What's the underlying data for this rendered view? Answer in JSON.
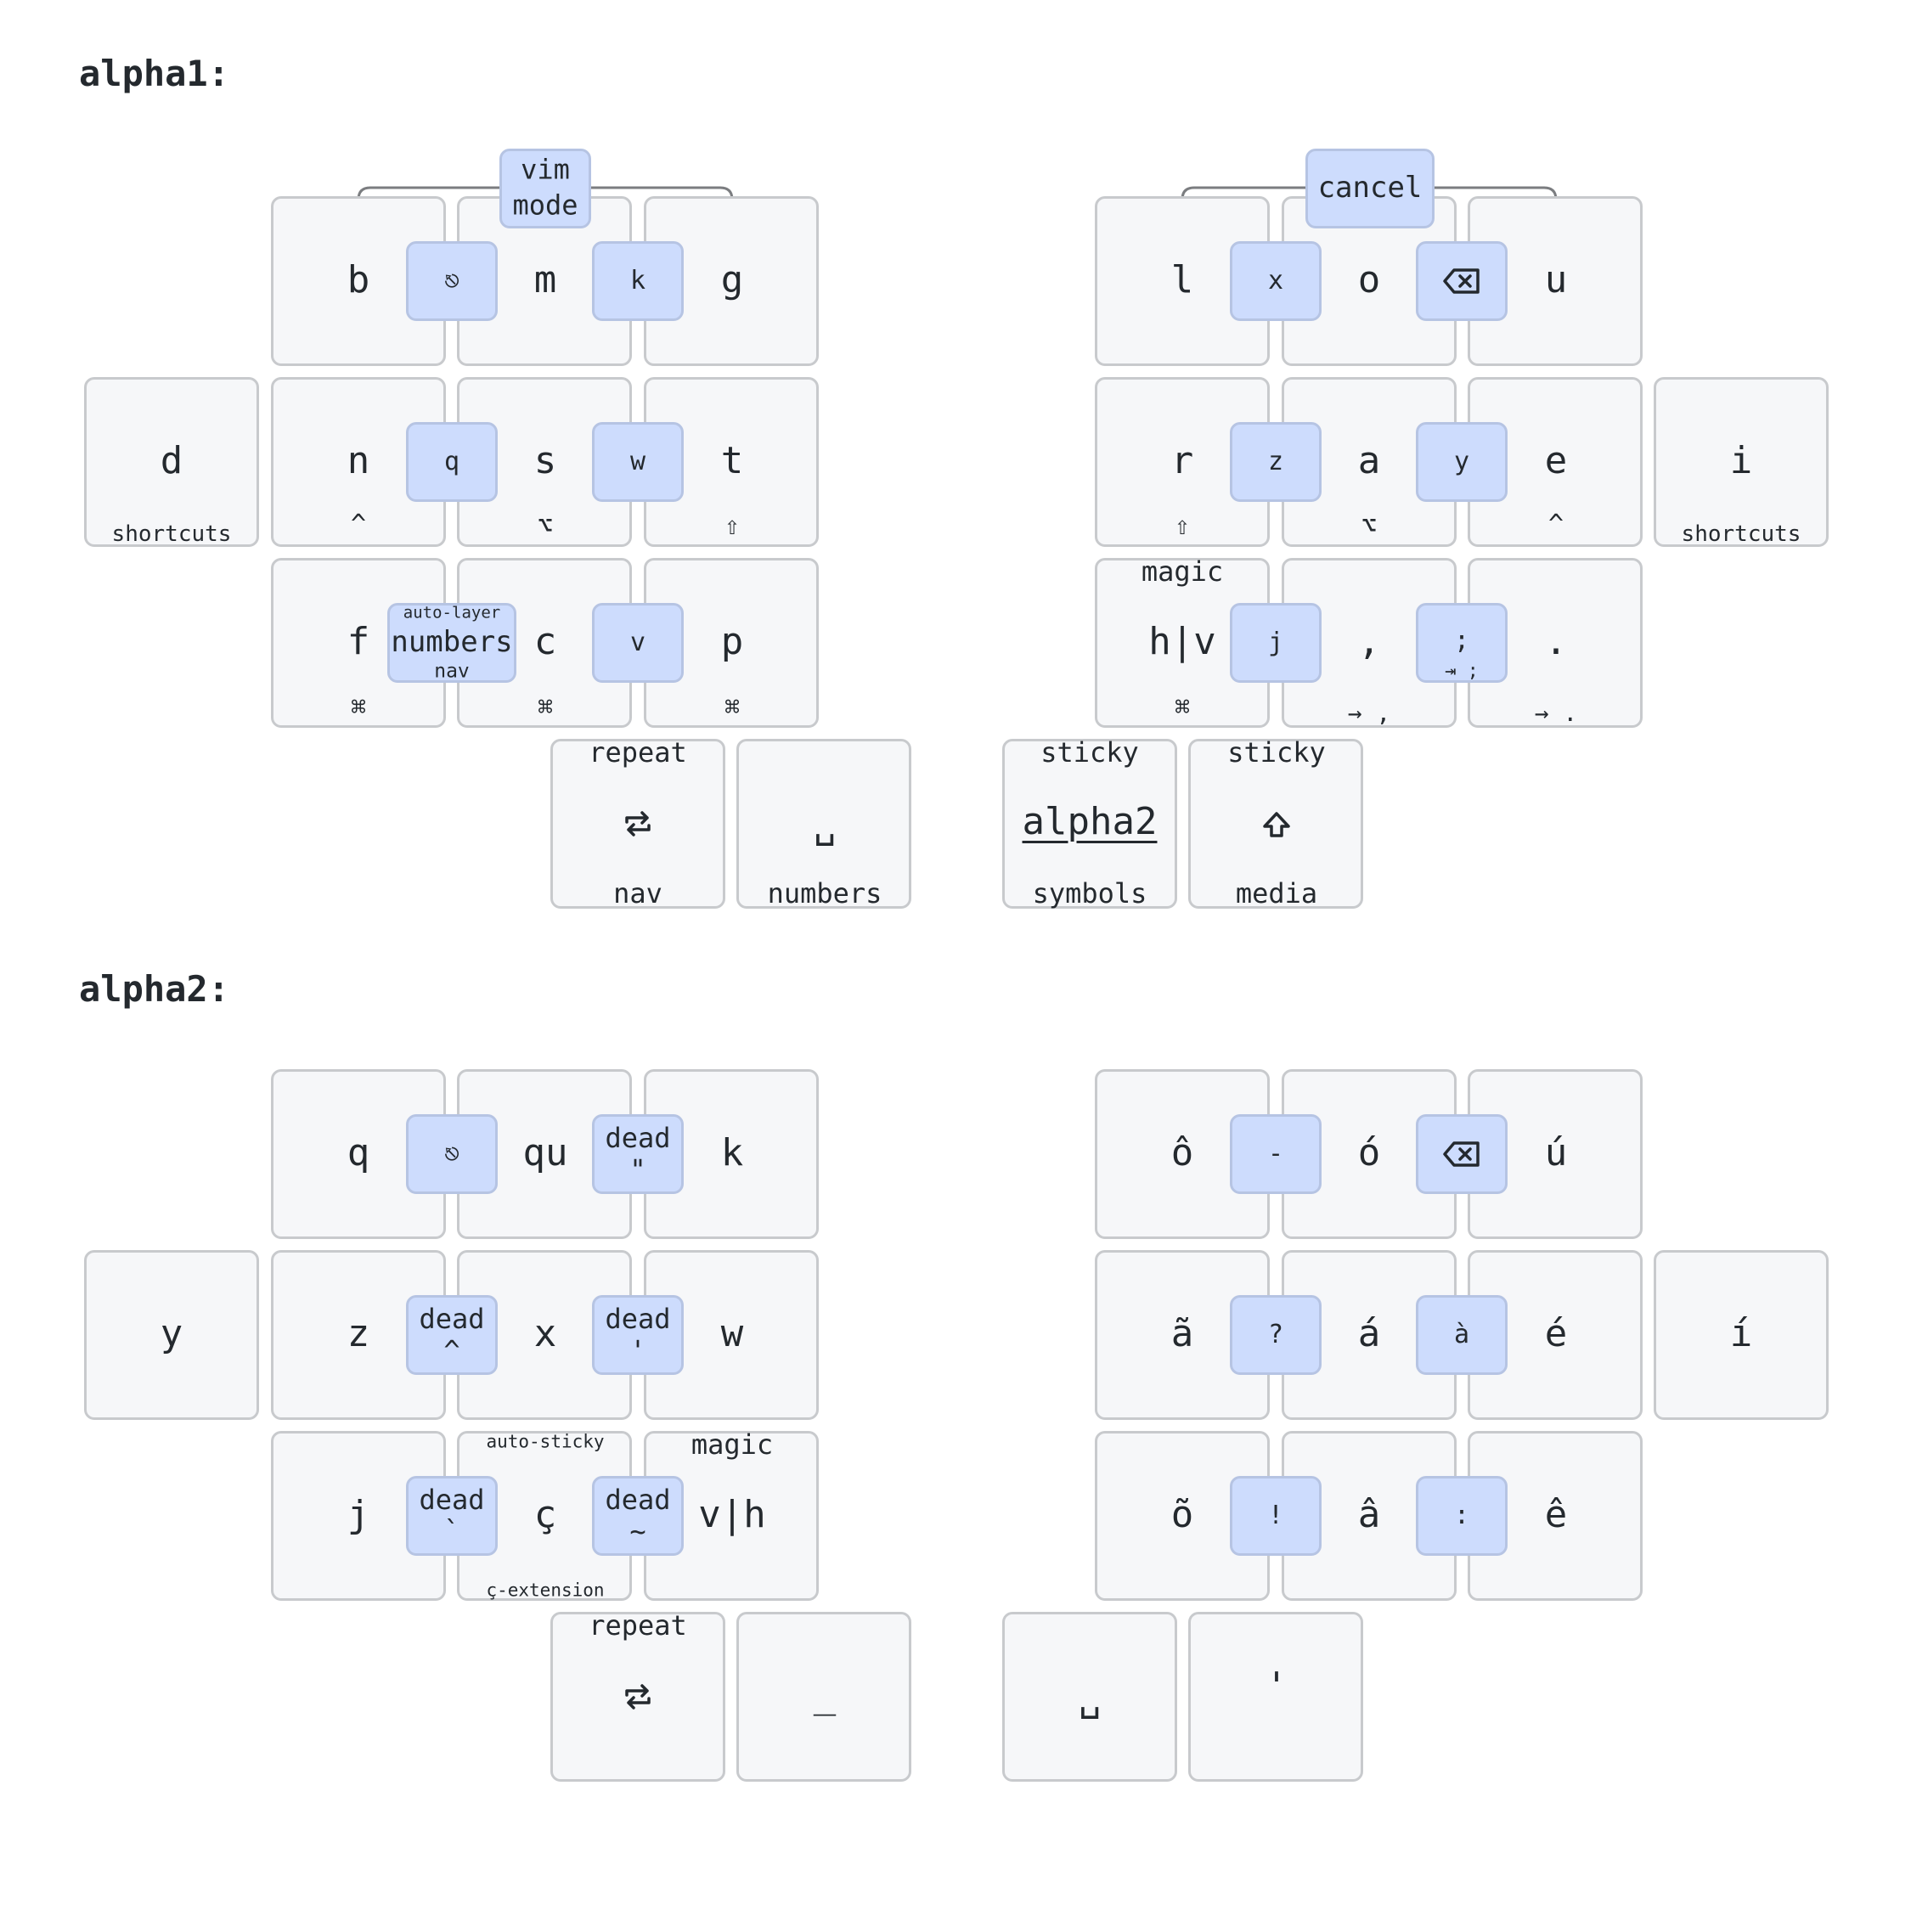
{
  "layers": [
    {
      "title": "alpha1:",
      "keys": {
        "l_top": [
          "b",
          "m",
          "g"
        ],
        "l_home": [
          "n",
          "s",
          "t"
        ],
        "l_home_hold": [
          "^",
          "⌥",
          "⇧"
        ],
        "l_bot": [
          "f",
          "c",
          "p"
        ],
        "l_bot_hold": [
          "⌘",
          "⌘",
          "⌘"
        ],
        "l_outer": "d",
        "l_outer_hold": "shortcuts",
        "r_top": [
          "l",
          "o",
          "u"
        ],
        "r_home": [
          "r",
          "a",
          "e"
        ],
        "r_home_hold": [
          "⇧",
          "⌥",
          "^"
        ],
        "r_bot": [
          "h|v",
          ",",
          "."
        ],
        "r_bot_hold": [
          "⌘",
          "→ ,",
          "→ ."
        ],
        "r_bot_left_top": "magic",
        "r_outer": "i",
        "r_outer_hold": "shortcuts",
        "thumb_l1_top": "repeat",
        "thumb_l1_hold": "nav",
        "thumb_l2": "␣",
        "thumb_l2_hold": "numbers",
        "thumb_r1_top": "sticky",
        "thumb_r1": "alpha2",
        "thumb_r1_hold": "symbols",
        "thumb_r2_top": "sticky",
        "thumb_r2_hold": "media"
      },
      "combos": {
        "l_top": [
          "⎋",
          "k"
        ],
        "l_home": [
          "q",
          "w"
        ],
        "l_bot_1_top": "auto-layer",
        "l_bot_1": "numbers",
        "l_bot_1_bottom": "nav",
        "l_bot_2": "v",
        "r_top": [
          "x",
          "⌫"
        ],
        "r_home": [
          "z",
          "y"
        ],
        "r_bot_1": "j",
        "r_bot_2": ";",
        "r_bot_2_bottom": "⇥ ;",
        "top_left": "vim\nmode",
        "top_right": "cancel"
      },
      "icons": [
        "repeat-icon",
        "shift-icon",
        "backspace-icon"
      ]
    },
    {
      "title": "alpha2:",
      "keys": {
        "l_top": [
          "q",
          "qu",
          "k"
        ],
        "l_home": [
          "z",
          "x",
          "w"
        ],
        "l_bot": [
          "j",
          "ç",
          "v|h"
        ],
        "l_outer": "y",
        "l_bot_mid_top": "auto-sticky",
        "l_bot_mid_bottom": "ç-extension",
        "l_bot_right_top": "magic",
        "r_top": [
          "ô",
          "ó",
          "ú"
        ],
        "r_home": [
          "ã",
          "á",
          "é"
        ],
        "r_bot": [
          "õ",
          "â",
          "ê"
        ],
        "r_outer": "í",
        "thumb_l1_top": "repeat",
        "thumb_l2": "_",
        "thumb_r1": "␣",
        "thumb_r2": "'"
      },
      "combos": {
        "l_top": [
          "⎋",
          "dead\n\""
        ],
        "l_home": [
          "dead\n^",
          "dead\n'"
        ],
        "l_bot": [
          "dead\n`",
          "dead\n~"
        ],
        "r_top": [
          "-",
          "⌫"
        ],
        "r_home": [
          "?",
          "à"
        ],
        "r_bot": [
          "!",
          ":"
        ]
      }
    }
  ]
}
